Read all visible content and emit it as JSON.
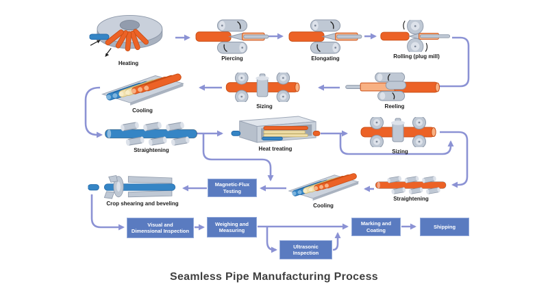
{
  "title": "Seamless Pipe Manufacturing Process",
  "colors": {
    "background": "#ffffff",
    "arrow": "#8b92d4",
    "box_fill": "#5a7bc0",
    "box_border": "#93a9da",
    "box_text": "#ffffff",
    "label_text": "#1a1a1a",
    "title_text": "#3f3f3f",
    "pipe_orange": "#ec6226",
    "pipe_orange_light": "#f8b183",
    "pipe_blue": "#3585c5",
    "pipe_cream": "#f1e0ac",
    "metal": "#bfc8d4",
    "metal_light": "#dde2ea",
    "metal_dark": "#8c97a8"
  },
  "steps": {
    "heating": {
      "label": "Heating"
    },
    "piercing": {
      "label": "Piercing"
    },
    "elongating": {
      "label": "Elongating"
    },
    "rolling": {
      "label": "Rolling (plug mill)"
    },
    "reeling": {
      "label": "Reeling"
    },
    "sizing_1": {
      "label": "Sizing"
    },
    "cooling_1": {
      "label": "Cooling"
    },
    "straightening_1": {
      "label": "Straightening"
    },
    "heat_treating": {
      "label": "Heat treating"
    },
    "sizing_2": {
      "label": "Sizing"
    },
    "straightening_2": {
      "label": "Straightening"
    },
    "cooling_2": {
      "label": "Cooling"
    },
    "magnetic_flux_testing": {
      "label": "Magnetic-Flux\nTesting"
    },
    "crop_shearing": {
      "label": "Crop shearing and beveling"
    },
    "visual_inspection": {
      "label": "Visual and\nDimensional Inspection"
    },
    "weighing": {
      "label": "Weighing and\nMeasuring"
    },
    "ultrasonic": {
      "label": "Ultrasonic\nInspection"
    },
    "marking": {
      "label": "Marking and\nCoating"
    },
    "shipping": {
      "label": "Shipping"
    }
  },
  "connections": [
    {
      "from": "heating",
      "to": "piercing"
    },
    {
      "from": "piercing",
      "to": "elongating"
    },
    {
      "from": "elongating",
      "to": "rolling"
    },
    {
      "from": "rolling",
      "to": "reeling"
    },
    {
      "from": "reeling",
      "to": "sizing_1"
    },
    {
      "from": "sizing_1",
      "to": "cooling_1"
    },
    {
      "from": "cooling_1",
      "to": "straightening_1"
    },
    {
      "from": "straightening_1",
      "to": "heat_treating"
    },
    {
      "from": "straightening_1",
      "to": "magnetic_flux_testing"
    },
    {
      "from": "heat_treating",
      "to": "sizing_2"
    },
    {
      "from": "sizing_2",
      "to": "straightening_2"
    },
    {
      "from": "straightening_2",
      "to": "cooling_2"
    },
    {
      "from": "cooling_2",
      "to": "magnetic_flux_testing"
    },
    {
      "from": "magnetic_flux_testing",
      "to": "crop_shearing"
    },
    {
      "from": "crop_shearing",
      "to": "visual_inspection"
    },
    {
      "from": "visual_inspection",
      "to": "weighing"
    },
    {
      "from": "weighing",
      "to": "ultrasonic"
    },
    {
      "from": "weighing",
      "to": "marking"
    },
    {
      "from": "ultrasonic",
      "to": "marking"
    },
    {
      "from": "marking",
      "to": "shipping"
    }
  ]
}
